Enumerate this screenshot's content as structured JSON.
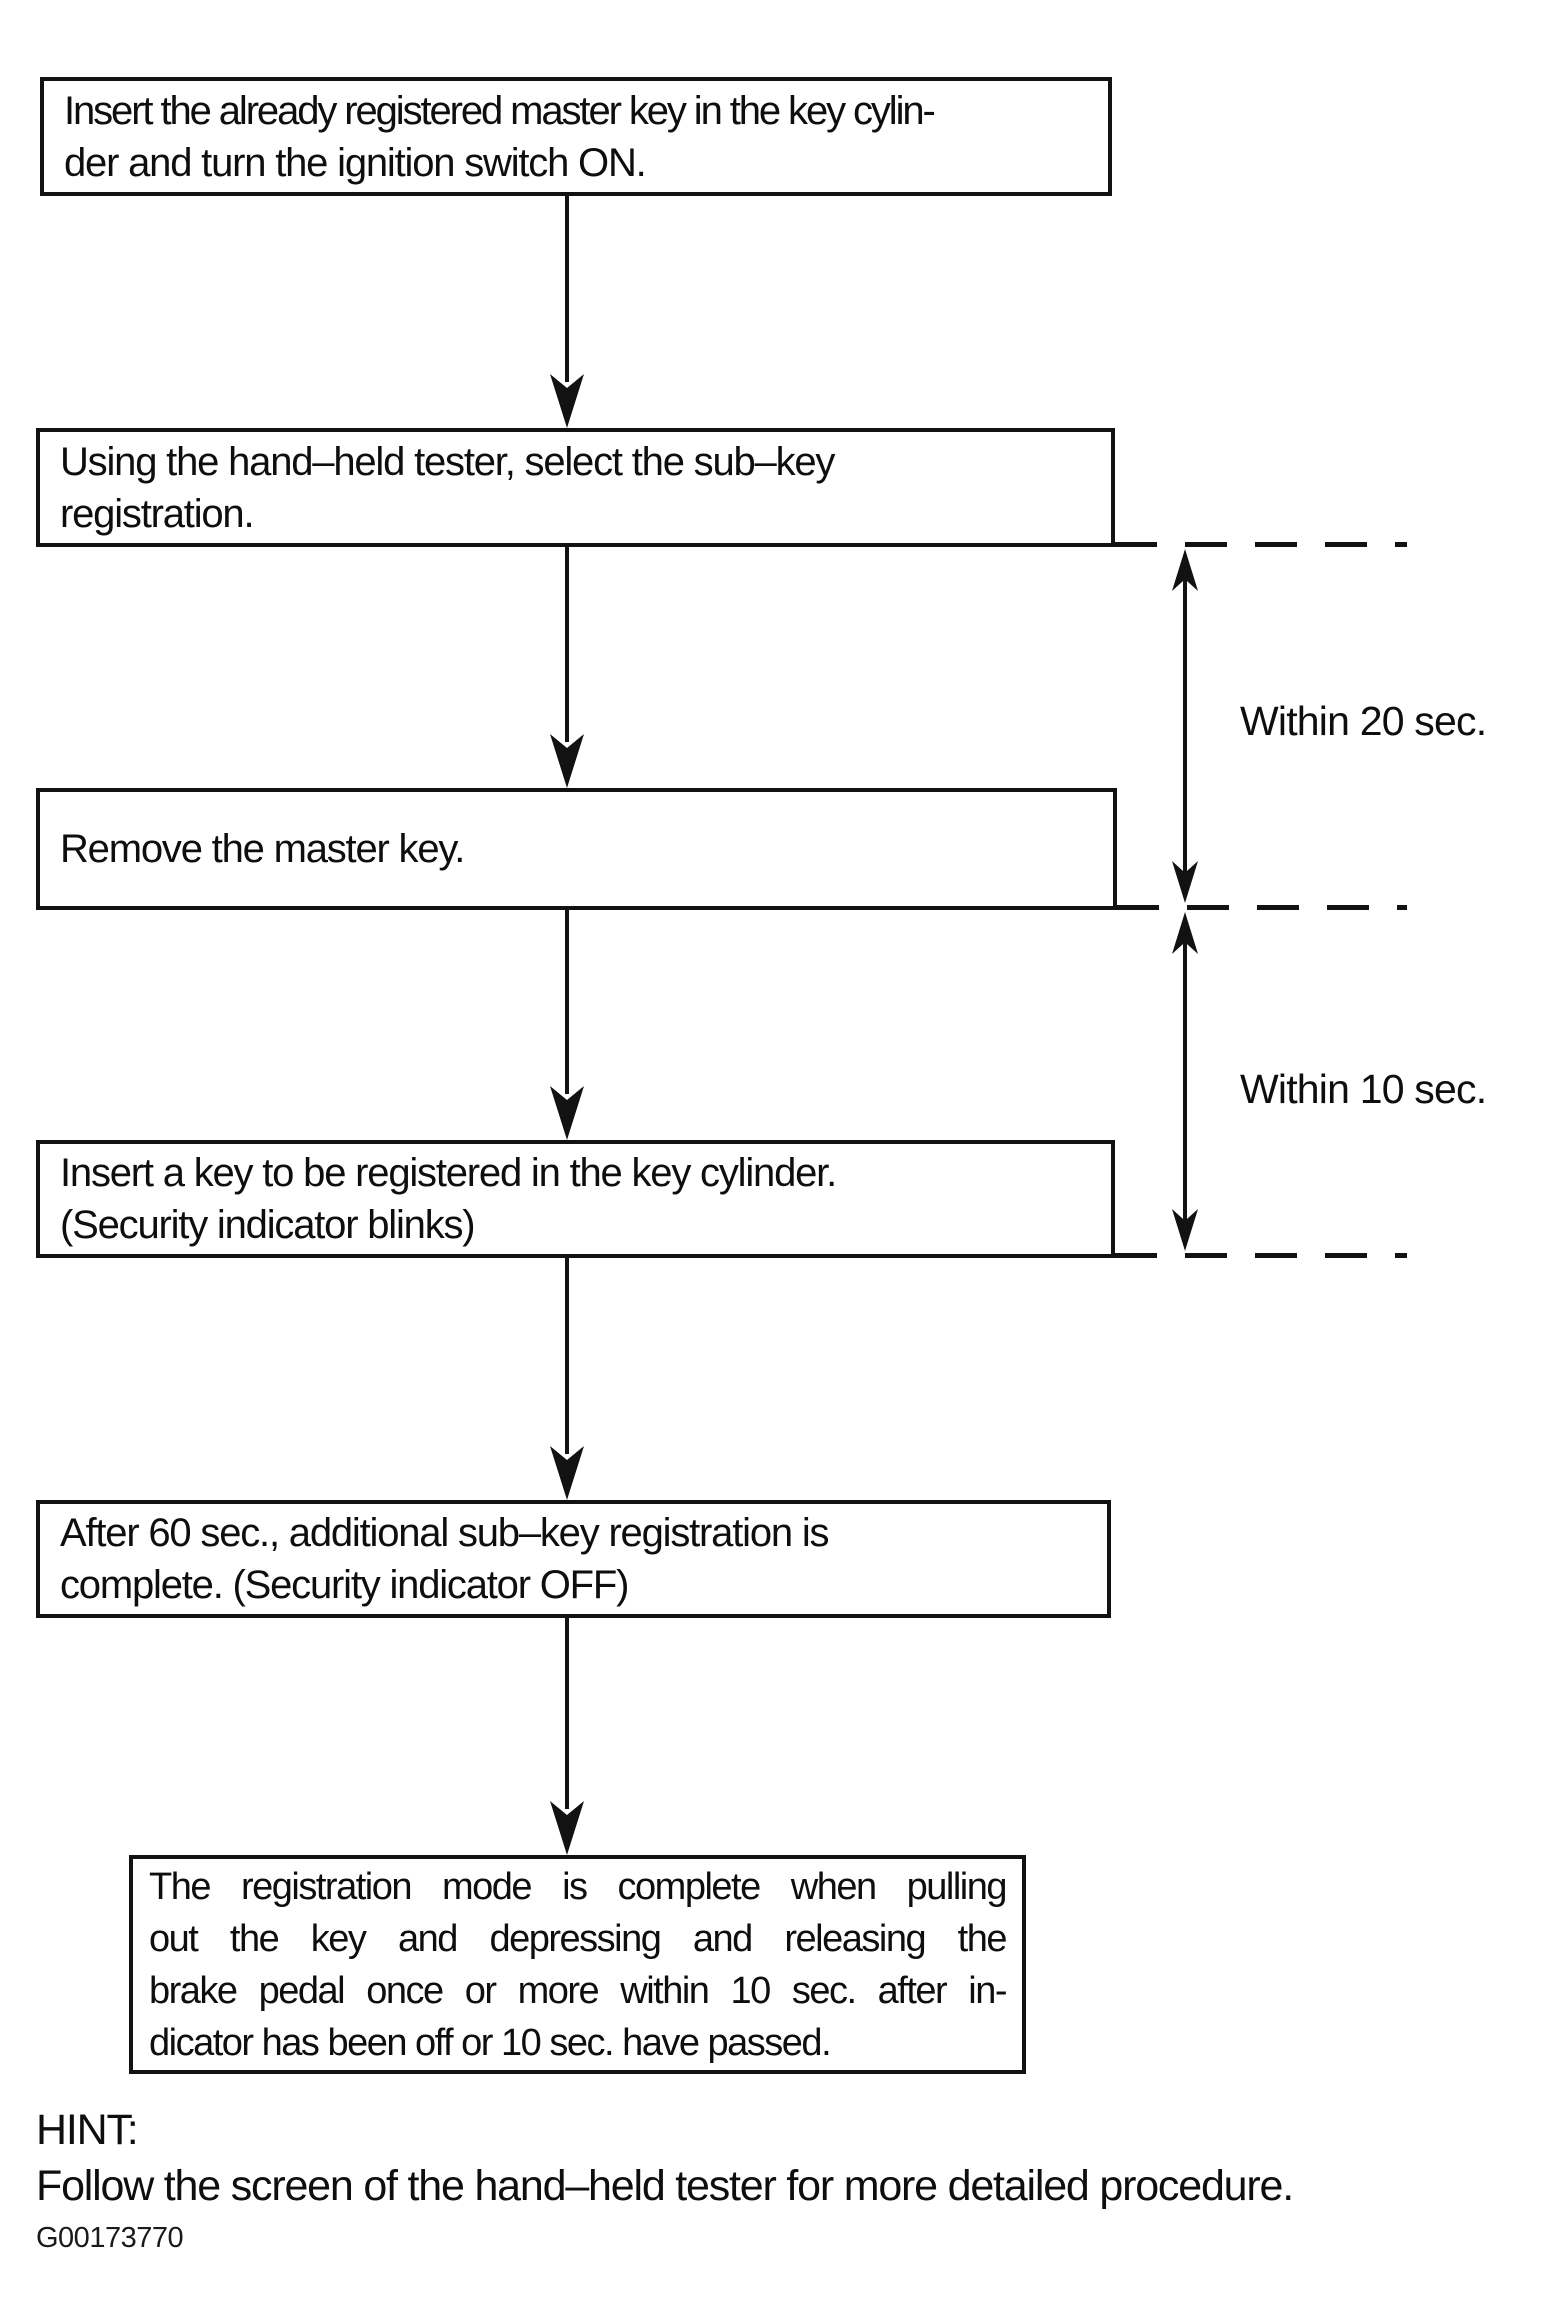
{
  "page": {
    "background": "#ffffff",
    "ink": "#121212",
    "title": "Sub-key registration flowchart"
  },
  "flowchart": {
    "boxes": [
      {
        "id": "step-1",
        "lines": [
          "Insert the already registered master key in the key cylin-",
          "der and turn the ignition switch ON."
        ]
      },
      {
        "id": "step-2",
        "lines": [
          "Using the hand–held tester, select the sub–key",
          "registration."
        ]
      },
      {
        "id": "step-3",
        "lines": [
          "Remove the master key."
        ]
      },
      {
        "id": "step-4",
        "lines": [
          "Insert a key to be registered in the key cylinder.",
          "(Security indicator blinks)"
        ]
      },
      {
        "id": "step-5",
        "lines": [
          "After 60 sec., additional sub–key registration is",
          "complete. (Security indicator OFF)"
        ]
      },
      {
        "id": "step-6",
        "lines": [
          "The registration mode is complete when pulling",
          "out the key and depressing and releasing the",
          "brake pedal once or more within 10 sec. after in-",
          "dicator has been off or 10 sec. have passed."
        ]
      }
    ],
    "timing_annotations": [
      {
        "label": "Within 20 sec.",
        "from": "step-2",
        "to": "step-3"
      },
      {
        "label": "Within 10 sec.",
        "from": "step-3",
        "to": "step-4"
      }
    ]
  },
  "footer": {
    "hint_label": "HINT:",
    "hint_text": "Follow the screen of the hand–held tester for more detailed procedure.",
    "figure_id": "G00173770"
  }
}
